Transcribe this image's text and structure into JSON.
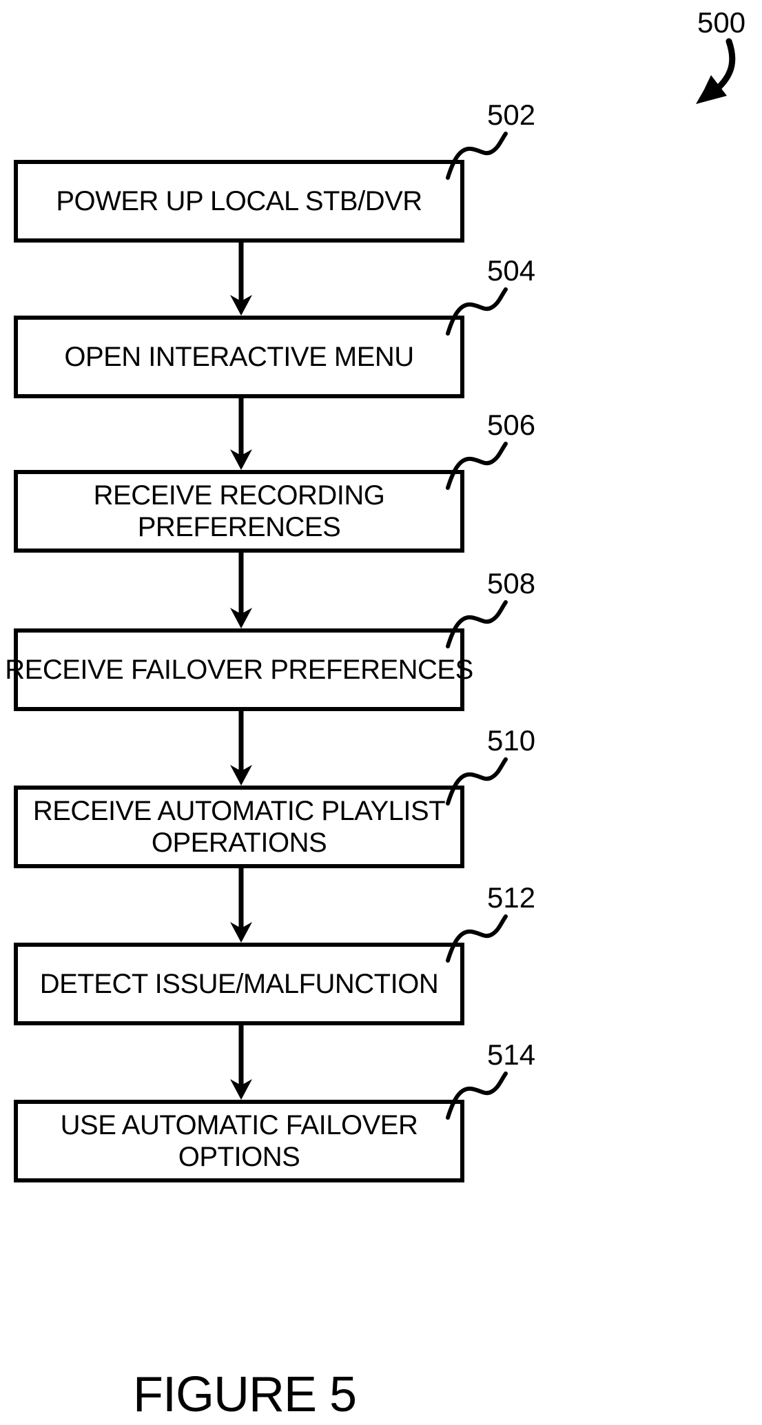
{
  "figure": {
    "diagram_ref": "500",
    "caption": "FIGURE 5",
    "ink_color": "#000000",
    "background_color": "#ffffff",
    "nodes": [
      {
        "ref": "502",
        "lines": [
          "POWER UP LOCAL STB/DVR"
        ]
      },
      {
        "ref": "504",
        "lines": [
          "OPEN INTERACTIVE MENU"
        ]
      },
      {
        "ref": "506",
        "lines": [
          "RECEIVE RECORDING",
          "PREFERENCES"
        ]
      },
      {
        "ref": "508",
        "lines": [
          "RECEIVE FAILOVER PREFERENCES"
        ]
      },
      {
        "ref": "510",
        "lines": [
          "RECEIVE AUTOMATIC PLAYLIST",
          "OPERATIONS"
        ]
      },
      {
        "ref": "512",
        "lines": [
          "DETECT ISSUE/MALFUNCTION"
        ]
      },
      {
        "ref": "514",
        "lines": [
          "USE AUTOMATIC FAILOVER",
          "OPTIONS"
        ]
      }
    ],
    "flow": [
      {
        "from": "502",
        "to": "504"
      },
      {
        "from": "504",
        "to": "506"
      },
      {
        "from": "506",
        "to": "508"
      },
      {
        "from": "508",
        "to": "510"
      },
      {
        "from": "510",
        "to": "512"
      },
      {
        "from": "512",
        "to": "514"
      }
    ]
  }
}
